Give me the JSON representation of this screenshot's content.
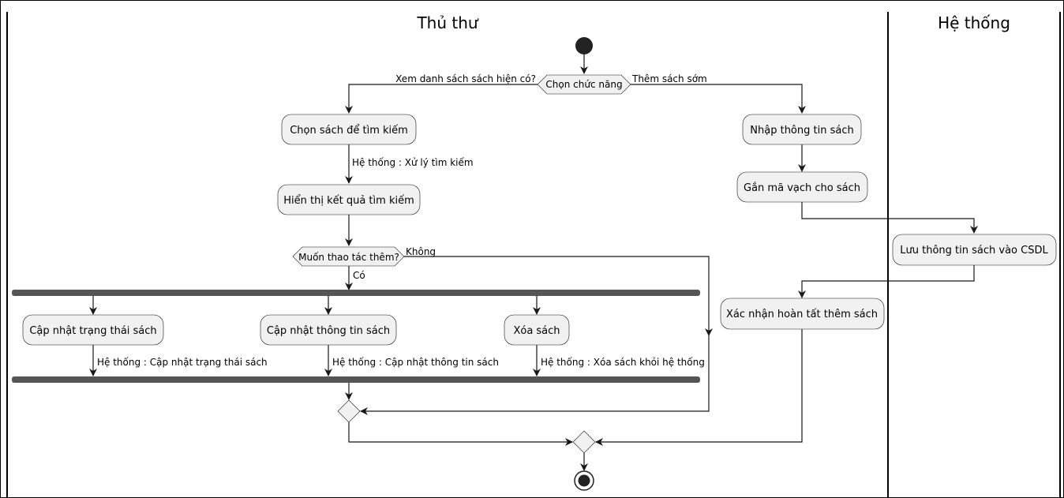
{
  "swimlanes": {
    "librarian": "Thủ thư",
    "system": "Hệ thống"
  },
  "nodes": {
    "choose_function": "Chọn chức năng",
    "choose_book_search": "Chọn sách để tìm kiếm",
    "show_results": "Hiển thị kết quả tìm kiếm",
    "want_more": "Muốn thao tác thêm?",
    "update_status": "Cập nhật trạng thái sách",
    "update_info": "Cập nhật thông tin sách",
    "delete_book": "Xóa sách",
    "enter_info": "Nhập thông tin sách",
    "attach_barcode": "Gắn mã vạch cho sách",
    "save_db": "Lưu thông tin sách vào CSDL",
    "confirm_add": "Xác nhận hoàn tất thêm sách"
  },
  "edges": {
    "view_list": "Xem danh sách sách hiện có?",
    "add_book": "Thêm sách sớm",
    "sys_search": "Hệ thống : Xử lý tìm kiếm",
    "no": "Không",
    "yes": "Có",
    "sys_update_status": "Hệ thống : Cập nhật trạng thái sách",
    "sys_update_info": "Hệ thống : Cập nhật thông tin sách",
    "sys_delete": "Hệ thống : Xóa sách khỏi hệ thống"
  }
}
